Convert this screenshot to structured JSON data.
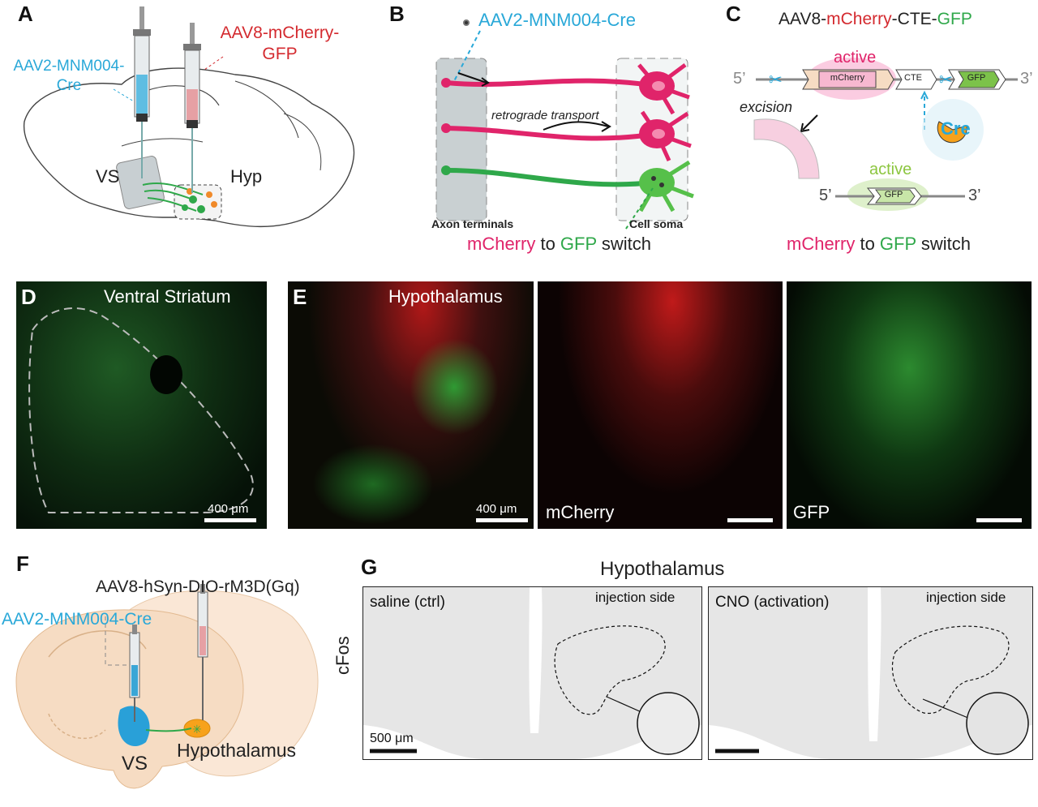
{
  "panels": {
    "A": {
      "letter": "A",
      "cre_vector": "AAV2-MNM004-\nCre",
      "reporter_vector": "AAV8-mCherry-\nGFP",
      "vs": "VS",
      "hyp": "Hyp"
    },
    "B": {
      "letter": "B",
      "vector": "AAV2-MNM004-Cre",
      "transport": "retrograde transport",
      "terminals": "Axon terminals",
      "soma": "Cell soma",
      "switch_a": "mCherry",
      "switch_b": " to ",
      "switch_c": "GFP",
      "switch_d": " switch"
    },
    "C": {
      "letter": "C",
      "construct_a": "AAV8-",
      "construct_b": "mCherry",
      "construct_c": "-CTE-",
      "construct_d": "GFP",
      "active_top": "active",
      "five": "5’",
      "three": "3’",
      "mcherry_box": "mCherry",
      "cte_box": "CTE",
      "gfp_box": "GFP",
      "excision": "excision",
      "cre": "Cre",
      "active_bottom": "active",
      "five_b": "5’",
      "three_b": "3’",
      "gfp_box_b": "GFP",
      "switch_a": "mCherry",
      "switch_b": " to ",
      "switch_c": "GFP",
      "switch_d": " switch"
    },
    "D": {
      "letter": "D",
      "title": "Ventral Striatum",
      "scale": "400 μm"
    },
    "E": {
      "letter": "E",
      "title": "Hypothalamus",
      "scale": "400 μm",
      "ch2": "mCherry",
      "ch3": "GFP"
    },
    "F": {
      "letter": "F",
      "dreadd": "AAV8-hSyn-DIO-rM3D(Gq)",
      "cre_vector": "AAV2-MNM004-Cre",
      "vs": "VS",
      "hyp": "Hypothalamus"
    },
    "G": {
      "letter": "G",
      "title": "Hypothalamus",
      "ylabel": "cFos",
      "ctrl": "saline (ctrl)",
      "act": "CNO (activation)",
      "inj1": "injection side",
      "inj2": "injection side",
      "scale": "500 μm"
    }
  },
  "colors": {
    "cyan": "#29a8d8",
    "red": "#d42a2f",
    "magenta": "#e0246a",
    "green": "#2fa84a",
    "orange": "#f7a21b",
    "tissue": "#f6dcc3"
  }
}
